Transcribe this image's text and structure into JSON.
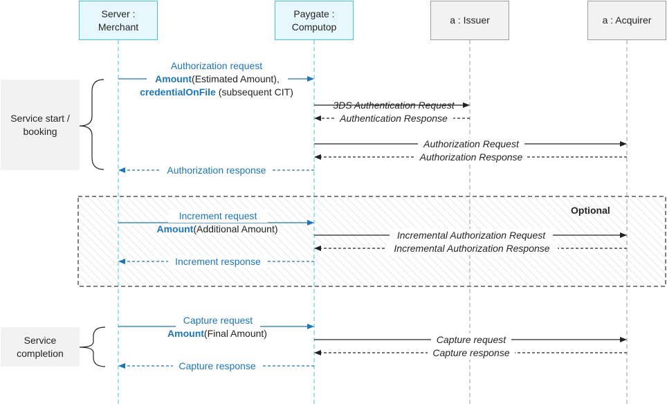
{
  "participants": {
    "merchant": {
      "line1": "Server :",
      "line2": "Merchant"
    },
    "computop": {
      "line1": "Paygate :",
      "line2": "Computop"
    },
    "issuer": {
      "label": "a : Issuer"
    },
    "acquirer": {
      "label": "a : Acquirer"
    }
  },
  "groups": {
    "start": {
      "line1": "Service start /",
      "line2": "booking"
    },
    "completion": {
      "line1": "Service",
      "line2": "completion"
    }
  },
  "optional_label": "Optional",
  "messages": {
    "auth_req_title": "Authorization request",
    "auth_amount_key": "Amount",
    "auth_amount_val": "(Estimated Amount),",
    "auth_cof_key": "credentialOnFile",
    "auth_cof_val": " (subsequent CIT)",
    "tds_req": "3DS Authentication Request",
    "tds_resp": "Authentication Response",
    "acq_auth_req": "Authorization Request",
    "acq_auth_resp": "Authorization Response",
    "auth_resp": "Authorization response",
    "inc_req_title": "Increment request",
    "inc_amount_key": "Amount",
    "inc_amount_val": "(Additional Amount)",
    "acq_inc_req": "Incremental Authorization Request",
    "acq_inc_resp": "Incremental Authorization Response",
    "inc_resp": "Increment response",
    "cap_req_title": "Capture request",
    "cap_amount_key": "Amount",
    "cap_amount_val": "(Final  Amount)",
    "acq_cap_req": "Capture request",
    "acq_cap_resp": "Capture response",
    "cap_resp": "Capture response"
  },
  "colors": {
    "blue": "#1b75bb",
    "cyan_border": "#3fc4e6",
    "cyan_fill": "#e7f8fc",
    "gray_fill": "#f2f2f2",
    "black": "#222222"
  }
}
